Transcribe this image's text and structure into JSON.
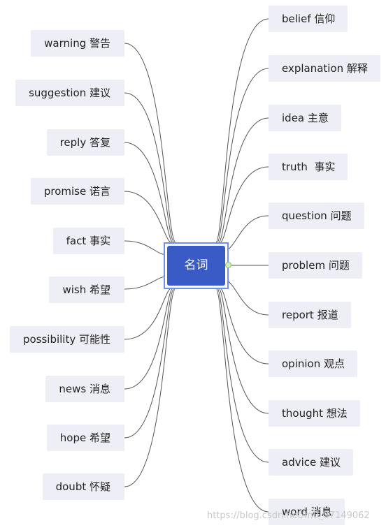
{
  "center": {
    "label": "名词"
  },
  "left_nodes": [
    {
      "label": "warning 警告"
    },
    {
      "label": "suggestion 建议"
    },
    {
      "label": "reply 答复"
    },
    {
      "label": "promise 诺言"
    },
    {
      "label": "fact 事实"
    },
    {
      "label": "wish 希望"
    },
    {
      "label": "possibility 可能性"
    },
    {
      "label": "news 消息"
    },
    {
      "label": "hope 希望"
    },
    {
      "label": "doubt 怀疑"
    }
  ],
  "right_nodes": [
    {
      "label": "belief 信仰"
    },
    {
      "label": "explanation 解释"
    },
    {
      "label": "idea 主意"
    },
    {
      "label": "truth  事实"
    },
    {
      "label": "question 问题"
    },
    {
      "label": "problem 问题"
    },
    {
      "label": "report 报道"
    },
    {
      "label": "opinion 观点"
    },
    {
      "label": "thought 想法"
    },
    {
      "label": "advice 建议"
    },
    {
      "label": "word 消息"
    }
  ],
  "watermark": "https://blog.csdn.net/m0_37149062",
  "colors": {
    "center_fill": "#3a5ac6",
    "center_border": "#6f8ff5",
    "node_fill": "#eeeef6",
    "link": "#555555"
  }
}
